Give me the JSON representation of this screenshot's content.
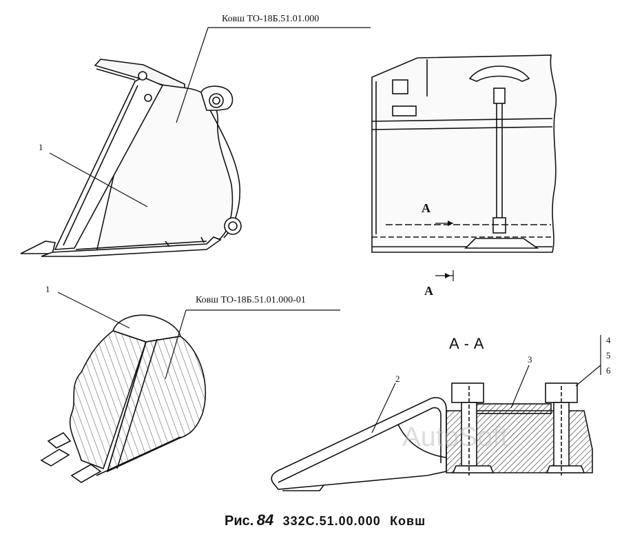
{
  "labels": {
    "bucket_top": "Ковш ТО-18Б.51.01.000",
    "bucket_bottom": "Ковш ТО-18Б.51.01.000-01",
    "pos_1_top": "1",
    "pos_1_bottom": "1",
    "section_arrow_upper": "A",
    "section_arrow_lower": "A",
    "section_title": "A - A",
    "pos_2": "2",
    "pos_3": "3",
    "pos_4": "4",
    "pos_5": "5",
    "pos_6": "6"
  },
  "watermark": "AutoSoft",
  "caption": {
    "fig_word": "Рис.",
    "fig_number": "84",
    "code": "332С.51.00.000",
    "name": "Ковш"
  }
}
